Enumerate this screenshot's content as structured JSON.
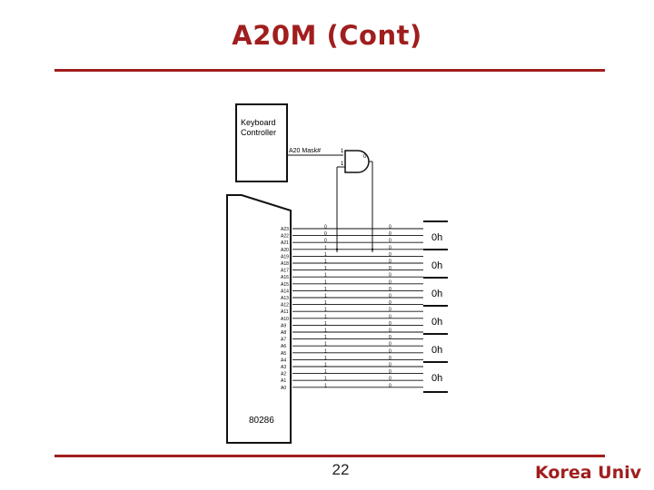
{
  "slide": {
    "title": "A20M (Cont)",
    "page_number": "22",
    "footer_brand": "Korea Univ"
  },
  "diagram": {
    "keyboard_controller_label": [
      "Keyboard",
      "Controller"
    ],
    "mask_signal_label": "A20 Mask#",
    "gate_input_1": "1",
    "gate_input_2": "1",
    "gate_output": "0",
    "chip_label": "80286",
    "address_lines": [
      "A23",
      "A22",
      "A21",
      "A20",
      "A19",
      "A18",
      "A17",
      "A16",
      "A15",
      "A14",
      "A13",
      "A12",
      "A11",
      "A10",
      "A9",
      "A8",
      "A7",
      "A6",
      "A5",
      "A4",
      "A3",
      "A2",
      "A1",
      "A0"
    ],
    "left_bits": [
      "0",
      "0",
      "0",
      "1",
      "1",
      "1",
      "1",
      "1",
      "1",
      "1",
      "1",
      "1",
      "1",
      "1",
      "1",
      "1",
      "1",
      "1",
      "1",
      "1",
      "1",
      "1",
      "1",
      "1"
    ],
    "right_bits": [
      "0",
      "0",
      "0",
      "0",
      "0",
      "0",
      "0",
      "0",
      "0",
      "0",
      "0",
      "0",
      "0",
      "0",
      "0",
      "0",
      "0",
      "0",
      "0",
      "0",
      "0",
      "0",
      "0",
      "0"
    ],
    "hex_groups": [
      "0h",
      "0h",
      "0h",
      "0h",
      "0h",
      "0h"
    ]
  }
}
